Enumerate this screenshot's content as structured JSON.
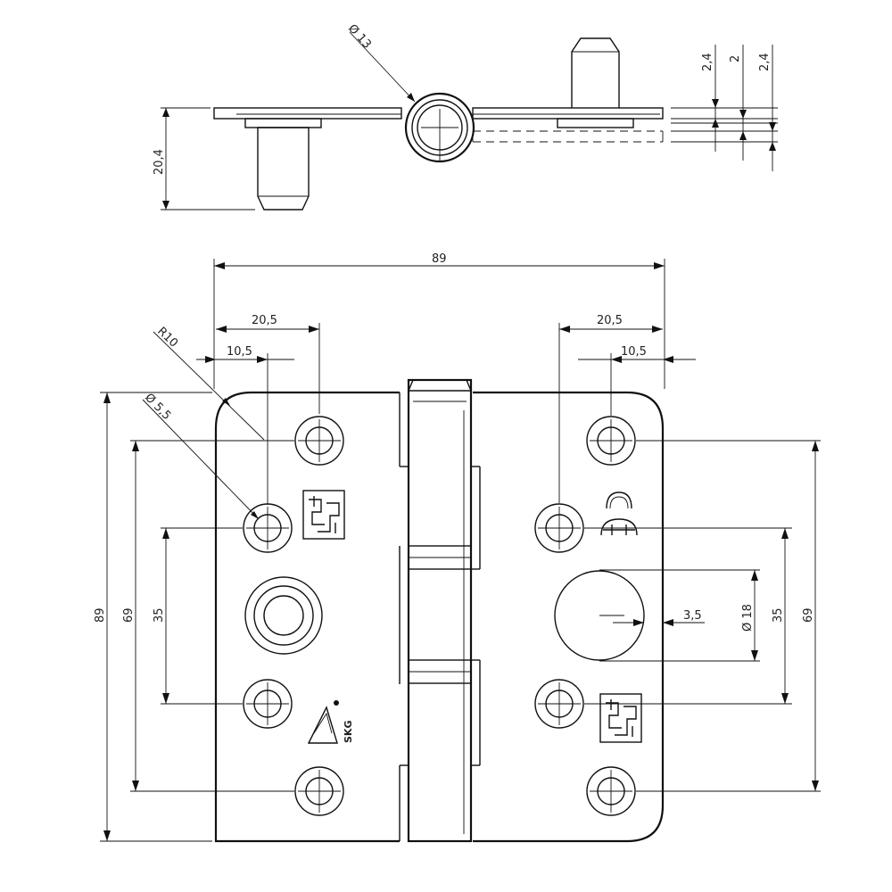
{
  "dimensions": {
    "pin_diameter": "Ø 13",
    "side_height": "20,4",
    "leaf_thickness_top": "2,4",
    "gap": "2",
    "leaf_thickness_bottom": "2,4",
    "overall_width": "89",
    "left_hole_offset_outer": "20,5",
    "left_hole_offset_inner": "10,5",
    "corner_radius": "R10",
    "hole_diameter": "Ø 5,5",
    "right_hole_offset_outer": "20,5",
    "right_hole_offset_inner": "10,5",
    "overall_height": "89",
    "left_hole_span_outer": "69",
    "left_hole_span_inner": "35",
    "security_pin_offset": "3,5",
    "security_pin_diameter": "Ø 18",
    "right_hole_span_inner": "35",
    "right_hole_span_outer": "69"
  },
  "marks": {
    "skg_label": "SKG"
  },
  "colors": {
    "line": "#111111",
    "background": "#ffffff"
  },
  "icons": [
    "certification-mark-icon",
    "skg-mark-icon",
    "ce-mark-icon"
  ]
}
